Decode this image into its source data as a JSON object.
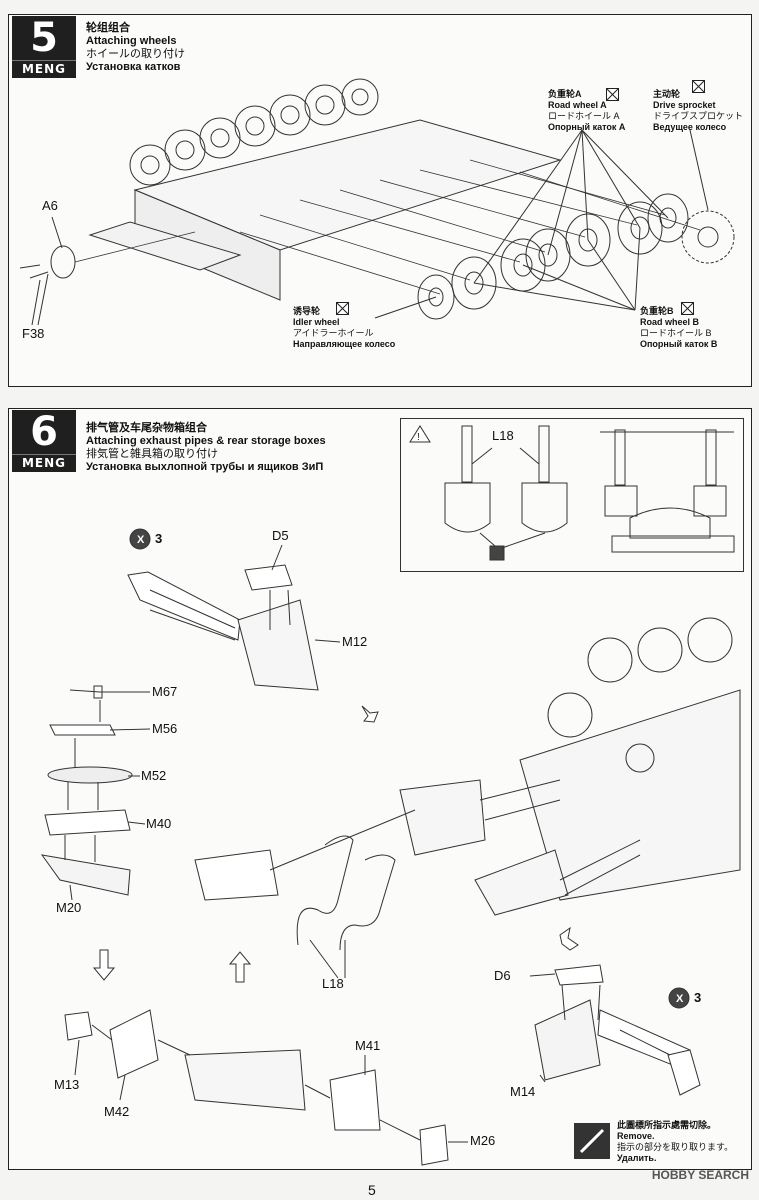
{
  "step5": {
    "number": "5",
    "brand": "MENG",
    "title_cn": "轮组组合",
    "title_en": "Attaching wheels",
    "title_jp": "ホイールの取り付け",
    "title_ru": "Установка катков",
    "parts": {
      "a6": "A6",
      "f38": "F38"
    },
    "callouts": {
      "road_a": {
        "cn": "负重轮A",
        "en": "Road wheel A",
        "jp": "ロードホイール A",
        "ru": "Опорный каток A"
      },
      "drive": {
        "cn": "主动轮",
        "en": "Drive sprocket",
        "jp": "ドライブスプロケット",
        "ru": "Ведущее колесо"
      },
      "idler": {
        "cn": "诱导轮",
        "en": "Idler wheel",
        "jp": "アイドラーホイール",
        "ru": "Направляющее колесо"
      },
      "road_b": {
        "cn": "负重轮B",
        "en": "Road wheel B",
        "jp": "ロードホイール B",
        "ru": "Опорный каток B"
      }
    }
  },
  "step6": {
    "number": "6",
    "brand": "MENG",
    "title_cn": "排气管及车尾杂物箱组合",
    "title_en": "Attaching exhaust pipes & rear storage boxes",
    "title_jp": "排気管と雑具箱の取り付け",
    "title_ru": "Установка выхлопной трубы и ящиков ЗиП",
    "inset_label": "L18",
    "x3_top": "3",
    "x3_bottom": "3",
    "parts": {
      "d5": "D5",
      "m12": "M12",
      "m67": "M67",
      "m56": "M56",
      "m52": "M52",
      "m40": "M40",
      "m20": "M20",
      "l18": "L18",
      "d6": "D6",
      "m13": "M13",
      "m42": "M42",
      "m41": "M41",
      "m14": "M14",
      "m26": "M26"
    },
    "remove_note": {
      "cn": "此圖標所指示處需切除。",
      "en": "Remove.",
      "jp": "指示の部分を取り取ります。",
      "ru": "Удалить."
    }
  },
  "page_number": "5",
  "watermark": "HOBBY SEARCH"
}
